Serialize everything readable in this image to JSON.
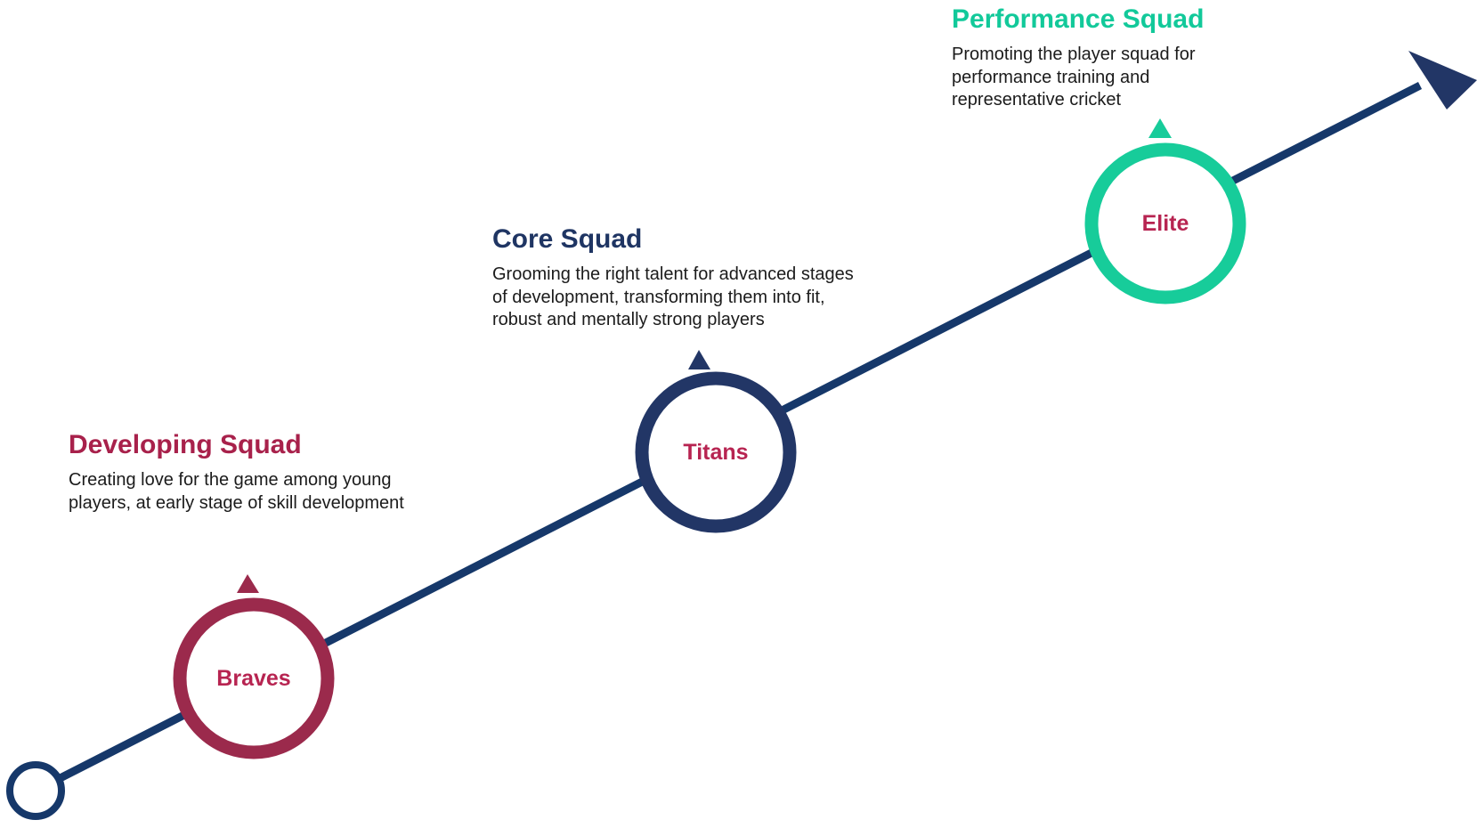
{
  "colors": {
    "line": "#16386a",
    "developing": "#9b2a4c",
    "core": "#223666",
    "performance": "#17cc9a",
    "node_label": "#b72451",
    "text": "#1b1b1b"
  },
  "stages": [
    {
      "title": "Developing Squad",
      "description": "Creating love for the game among young players, at early stage of skill development",
      "node_label": "Braves"
    },
    {
      "title": "Core Squad",
      "description": "Grooming the right talent for advanced stages of development, transforming them into fit, robust and mentally strong players",
      "node_label": "Titans"
    },
    {
      "title": "Performance Squad",
      "description": "Promoting the player squad for performance training and representative cricket",
      "node_label": "Elite"
    }
  ]
}
